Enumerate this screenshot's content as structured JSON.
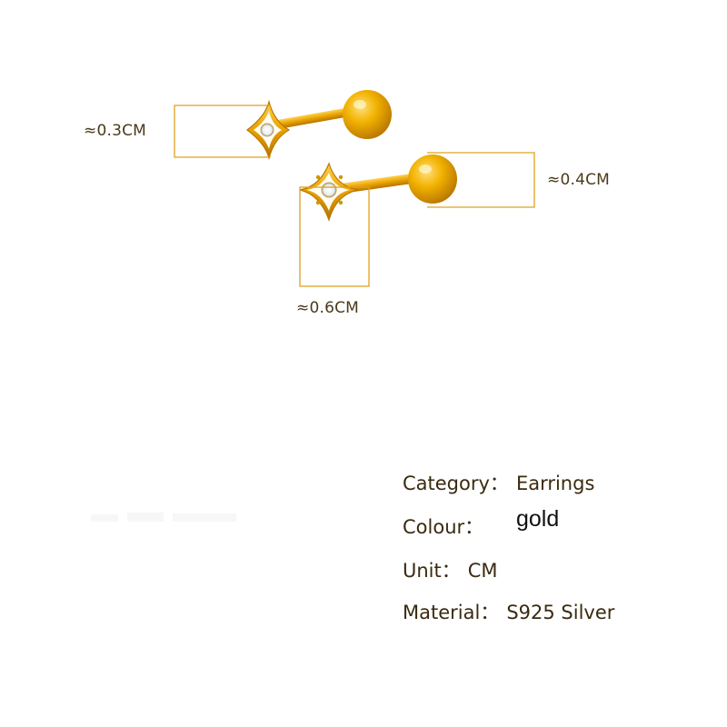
{
  "dimensions": {
    "small_width": "≈0.3CM",
    "large_height": "≈0.4CM",
    "large_width": "≈0.6CM"
  },
  "specs": [
    {
      "key": "Category：",
      "value": "Earrings"
    },
    {
      "key": "Colour：",
      "value": "gold"
    },
    {
      "key": "Unit：",
      "value": "CM"
    },
    {
      "key": "Material：",
      "value": "S925 Silver"
    }
  ],
  "colors": {
    "gold": "#E8A400",
    "gold_dark": "#B87800",
    "guide": "#E0A020",
    "text": "#3a2a10"
  }
}
